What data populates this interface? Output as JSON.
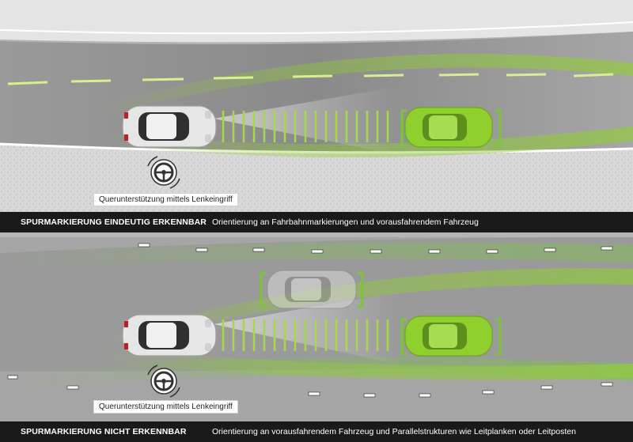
{
  "panels": [
    {
      "caption_title": "SPURMARKIERUNG EINDEUTIG ERKENNBAR",
      "caption_text": "Orientierung an Fahrbahnmarkierungen und vorausfahrendem Fahrzeug",
      "steering_label": "Querunterstützung mittels Lenkeingriff"
    },
    {
      "caption_title": "SPURMARKIERUNG NICHT ERKENNBAR",
      "caption_text": "Orientierung an vorausfahrendem Fahrzeug und Parallelstrukturen wie Leitplanken oder Leitposten",
      "steering_label": "Querunterstützung mittels Lenkeingriff"
    }
  ],
  "colors": {
    "road": "#8c8c8c",
    "road_light": "#c8c8c8",
    "shoulder": "#d9d9d9",
    "accent_green": "#8fcf2e",
    "caption_bg": "#1a1a1a"
  }
}
